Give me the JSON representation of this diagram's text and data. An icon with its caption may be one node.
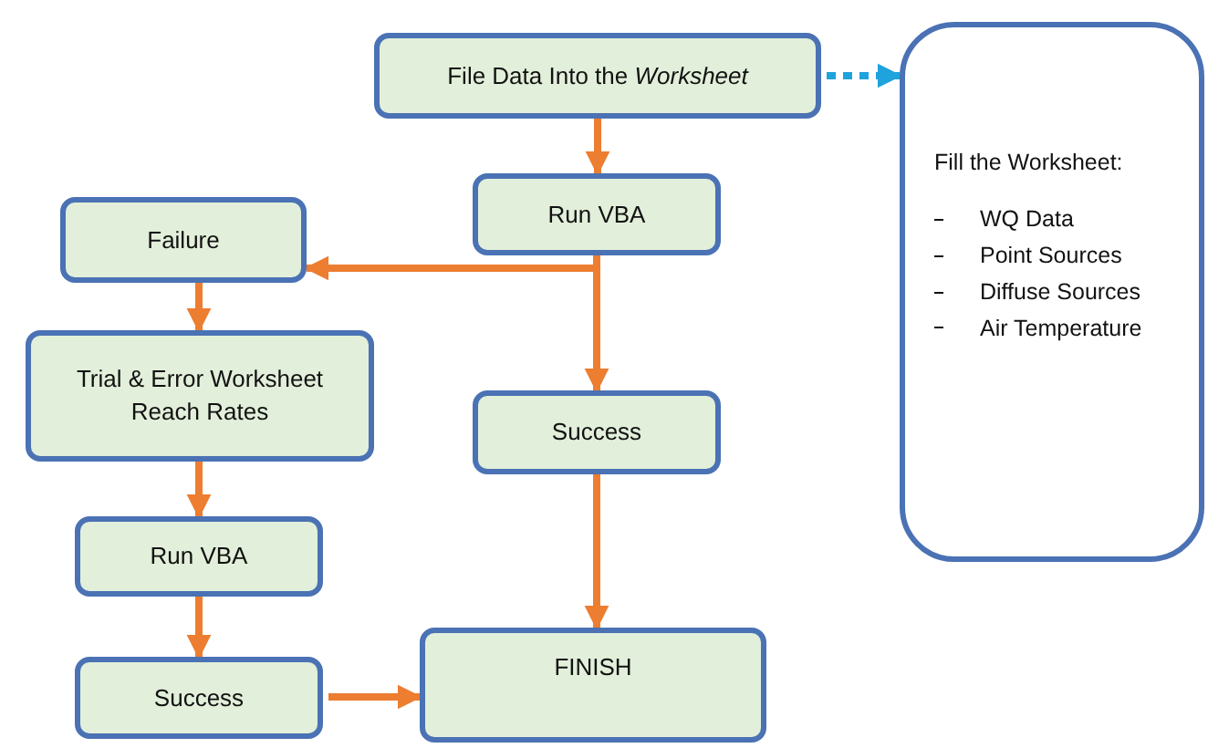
{
  "diagram": {
    "nodes": [
      {
        "text": [
          "File Data Into the *Worksheet*"
        ]
      },
      {
        "text": [
          "Run VBA"
        ]
      },
      {
        "text": [
          "Failure"
        ]
      },
      {
        "text": [
          "Trial & Error Worksheet Reach Rates"
        ]
      },
      {
        "text": [
          "Success"
        ]
      },
      {
        "text": [
          "Run VBA"
        ]
      },
      {
        "text": [
          "Success"
        ]
      },
      {
        "text": [
          "FINISH"
        ]
      },
      {
        "text": [
          "Fill the Worksheet:",
          "WQ Data",
          "Point Sources",
          "Diffuse Sources",
          "Air Temperature"
        ]
      }
    ],
    "edges": [
      {
        "from": 0,
        "to": 1,
        "arrow": "to"
      },
      {
        "from": 1,
        "to": 2,
        "arrow": "to"
      },
      {
        "from": 1,
        "to": 4,
        "arrow": "to"
      },
      {
        "from": 2,
        "to": 3,
        "arrow": "to"
      },
      {
        "from": 3,
        "to": 5,
        "arrow": "to"
      },
      {
        "from": 5,
        "to": 6,
        "arrow": "to"
      },
      {
        "from": 6,
        "to": 7,
        "arrow": "to"
      },
      {
        "from": 4,
        "to": 7,
        "arrow": "to"
      },
      {
        "from": 0,
        "to": 8,
        "arrow": "to",
        "style": "dashed",
        "color": "#1fa3dc"
      }
    ]
  }
}
